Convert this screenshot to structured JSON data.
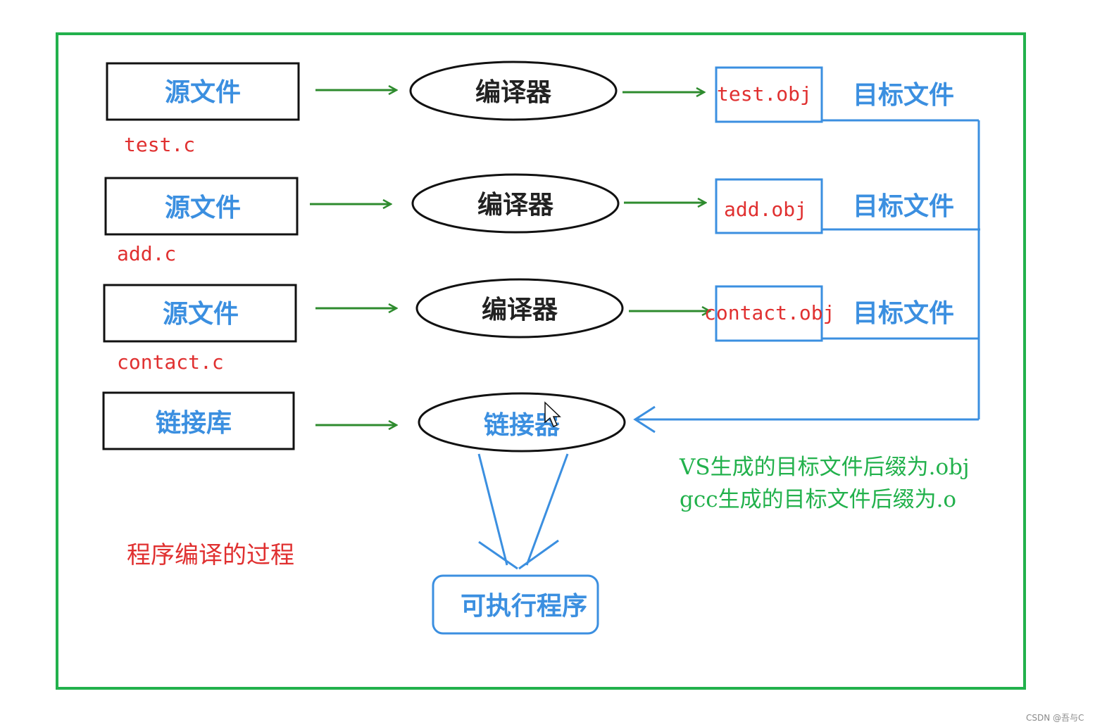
{
  "colors": {
    "frame": "#22b14c",
    "blue": "#3b8fe0",
    "black": "#111111",
    "green_arrow": "#2e8b2e",
    "red": "#e03030",
    "note_green": "#22b14c",
    "watermark": "#8a8a8a"
  },
  "rows": [
    {
      "source_label": "源文件",
      "source_file": "test.c",
      "compiler_label": "编译器",
      "object_file": "test.obj",
      "object_label": "目标文件"
    },
    {
      "source_label": "源文件",
      "source_file": "add.c",
      "compiler_label": "编译器",
      "object_file": "add.obj",
      "object_label": "目标文件"
    },
    {
      "source_label": "源文件",
      "source_file": "contact.c",
      "compiler_label": "编译器",
      "object_file": "contact.obj",
      "object_label": "目标文件"
    }
  ],
  "library_label": "链接库",
  "linker_label": "链接器",
  "executable_label": "可执行程序",
  "caption": "程序编译的过程",
  "notes": {
    "vs": "VS生成的目标文件后缀为.obj",
    "gcc": "gcc生成的目标文件后缀为.o"
  },
  "watermark": "CSDN @吾与C",
  "icons": {
    "cursor": "mouse-pointer-icon"
  }
}
